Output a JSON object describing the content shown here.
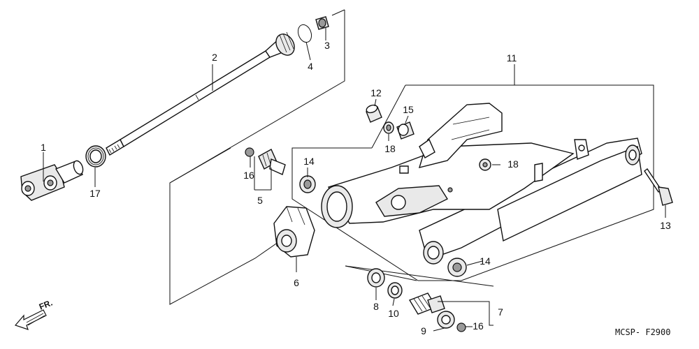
{
  "diagram": {
    "callouts": {
      "c1": "1",
      "c2": "2",
      "c3": "3",
      "c4": "4",
      "c5": "5",
      "c6": "6",
      "c7": "7",
      "c8": "8",
      "c9": "9",
      "c10": "10",
      "c11": "11",
      "c12": "12",
      "c13": "13",
      "c14a": "14",
      "c14b": "14",
      "c15": "15",
      "c16a": "16",
      "c16b": "16",
      "c17": "17",
      "c18a": "18",
      "c18b": "18"
    },
    "direction_label": "FR.",
    "figure_code": "MCSP- F2900"
  }
}
